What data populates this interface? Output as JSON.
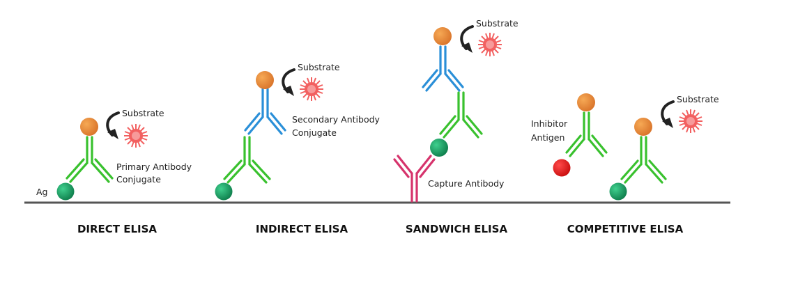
{
  "colors": {
    "primary_antibody": "#39c12e",
    "secondary_antibody": "#2a8fd8",
    "capture_antibody": "#d6336c",
    "antigen": "#159a62",
    "enzyme": "#e98a37",
    "substrate": "#f26060",
    "inhibitor_antigen": "#e21b1b",
    "baseline": "#555555"
  },
  "panels": {
    "direct": {
      "title": "DIRECT ELISA",
      "ag_label": "Ag",
      "substrate_label": "Substrate",
      "antibody_label_line1": "Primary Antibody",
      "antibody_label_line2": "Conjugate"
    },
    "indirect": {
      "title": "INDIRECT ELISA",
      "substrate_label": "Substrate",
      "antibody_label_line1": "Secondary Antibody",
      "antibody_label_line2": "Conjugate"
    },
    "sandwich": {
      "title": "SANDWICH ELISA",
      "substrate_label": "Substrate",
      "capture_label": "Capture Antibody"
    },
    "competitive": {
      "title": "COMPETITIVE ELISA",
      "substrate_label": "Substrate",
      "inhibitor_label_line1": "Inhibitor",
      "inhibitor_label_line2": "Antigen"
    }
  }
}
